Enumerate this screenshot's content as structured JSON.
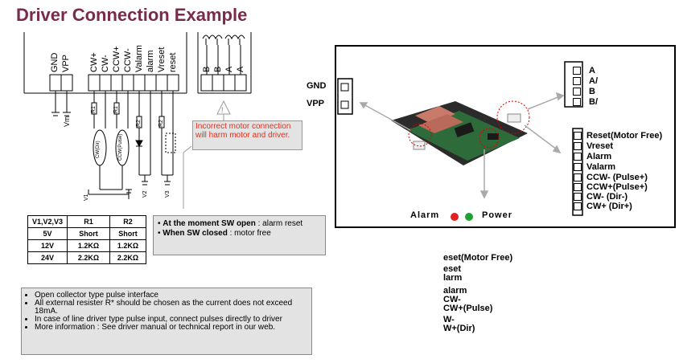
{
  "title": "Driver Connection Example",
  "schematic": {
    "power_terminals": [
      "GND",
      "VPP"
    ],
    "signal_terminals": [
      "CW+",
      "CW-",
      "CCW+",
      "CCW-",
      "Valarm",
      "alarm",
      "Vreset",
      "reset"
    ],
    "motor_terminals": [
      "B",
      "B",
      "A",
      "A"
    ],
    "vm_label": "Vm",
    "resistors": [
      "R1",
      "R1",
      "R2",
      "R2"
    ],
    "optocouplers": [
      "CW(Dir)",
      "CCW(Pulse)"
    ],
    "supplies": [
      "V1",
      "V2",
      "V3"
    ],
    "warning_text": "Incorrect motor connection will harm motor and driver.",
    "warning_symbol": "!"
  },
  "resistor_table": {
    "headers": [
      "V1,V2,V3",
      "R1",
      "R2"
    ],
    "rows": [
      [
        "5V",
        "Short",
        "Short"
      ],
      [
        "12V",
        "1.2KΩ",
        "1.2KΩ"
      ],
      [
        "24V",
        "2.2KΩ",
        "2.2KΩ"
      ]
    ]
  },
  "sw_note": {
    "line1_bold": "At the moment SW open",
    "line1_rest": " : alarm reset",
    "line2_bold": "When SW closed",
    "line2_rest": " : motor free"
  },
  "notes": [
    "Open collector type pulse interface",
    "All external resister R* should be chosen as the current does not exceed 18mA.",
    "In case of line driver type pulse input, connect pulses directly to driver",
    "More information : See driver manual or technical report in our web."
  ],
  "board": {
    "left_pins": [
      "GND",
      "VPP"
    ],
    "top_right_pins": [
      "A",
      "A/",
      "B",
      "B/"
    ],
    "right_pins": [
      "Reset(Motor Free)",
      "Vreset",
      "Alarm",
      "Valarm",
      "CCW- (Pulse+)",
      "CCW+(Pulse+)",
      "CW-  (Dir-)",
      "CW+  (Dir+)"
    ],
    "alarm_label": "Alarm",
    "power_label": "Power",
    "alarm_color": "#e02020",
    "power_color": "#20a030"
  },
  "stray_text": [
    "eset(Motor Free)",
    "eset",
    "larm",
    "alarm",
    "CW-",
    "CW+(Pulse)",
    "W-",
    "W+(Dir)"
  ]
}
